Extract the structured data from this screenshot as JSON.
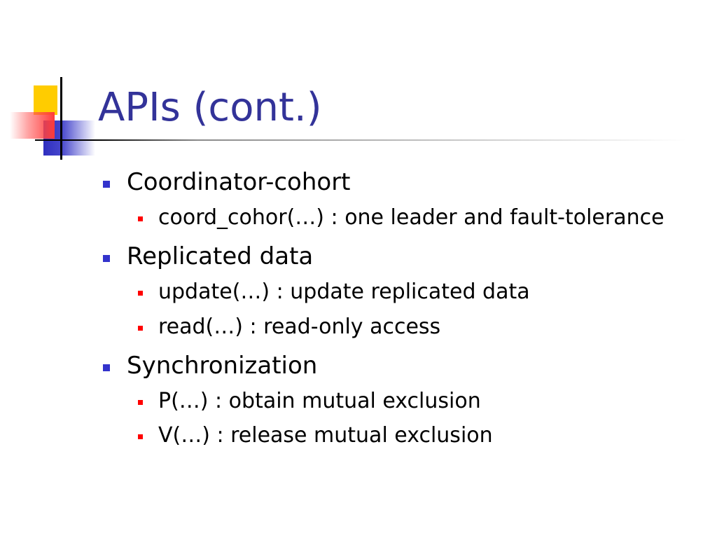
{
  "slide": {
    "title": "APIs (cont.)",
    "items": [
      {
        "level": 1,
        "text": "Coordinator-cohort"
      },
      {
        "level": 2,
        "text": "coord_cohor(…) : one leader and fault-tolerance"
      },
      {
        "level": 1,
        "text": "Replicated data"
      },
      {
        "level": 2,
        "text": "update(…) : update replicated data"
      },
      {
        "level": 2,
        "text": "read(…) : read-only access"
      },
      {
        "level": 1,
        "text": "Synchronization"
      },
      {
        "level": 2,
        "text": "P(…) : obtain mutual exclusion"
      },
      {
        "level": 2,
        "text": "V(…) : release mutual exclusion"
      }
    ]
  },
  "colors": {
    "title": "#333399",
    "level1_bullet": "#3333cc",
    "level2_bullet": "#ff0000",
    "text": "#000000"
  }
}
